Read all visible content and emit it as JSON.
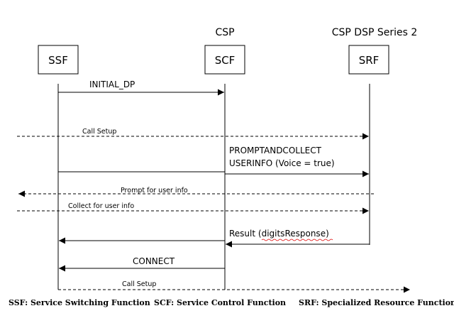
{
  "groups": {
    "csp": "CSP",
    "csp_dsp": "CSP DSP Series 2"
  },
  "entities": {
    "ssf": "SSF",
    "scf": "SCF",
    "srf": "SRF"
  },
  "messages": {
    "initial_dp": "INITIAL_DP",
    "call_setup_1": "Call Setup",
    "prompt_collect_line1": "PROMPTANDCOLLECT",
    "prompt_collect_line2": "USERINFO (Voice = true)",
    "prompt_user_info": "Prompt for user info",
    "collect_user_info": "Collect for user info",
    "result_prefix": "Result (",
    "result_word": "digitsResponse",
    "result_suffix": ")",
    "connect": "CONNECT",
    "call_setup_2": "Call Setup"
  },
  "legend": {
    "ssf": "SSF: Service Switching Function",
    "scf": "SCF: Service Control Function",
    "srf": "SRF: Specialized Resource Function"
  }
}
